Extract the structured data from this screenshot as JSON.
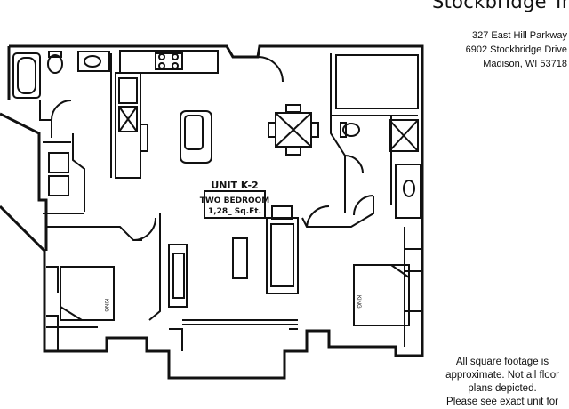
{
  "property": {
    "name": "Stockbridge Trail",
    "address_lines": [
      "327 East Hill Parkway",
      "6902 Stockbridge Drive",
      "Madison, WI 53718"
    ]
  },
  "unit": {
    "name": "UNIT K-2",
    "type": "TWO BEDROOM",
    "size": "1,28_ Sq.Ft."
  },
  "room_labels": {
    "bed_left": "KING",
    "bed_right": "KING"
  },
  "disclaimer": {
    "line1": "All square footage is",
    "line2": "approximate. Not all floor",
    "line3": "plans depicted.",
    "line4": "Please see exact unit for"
  },
  "colors": {
    "lines": "#111111",
    "background": "#ffffff"
  }
}
